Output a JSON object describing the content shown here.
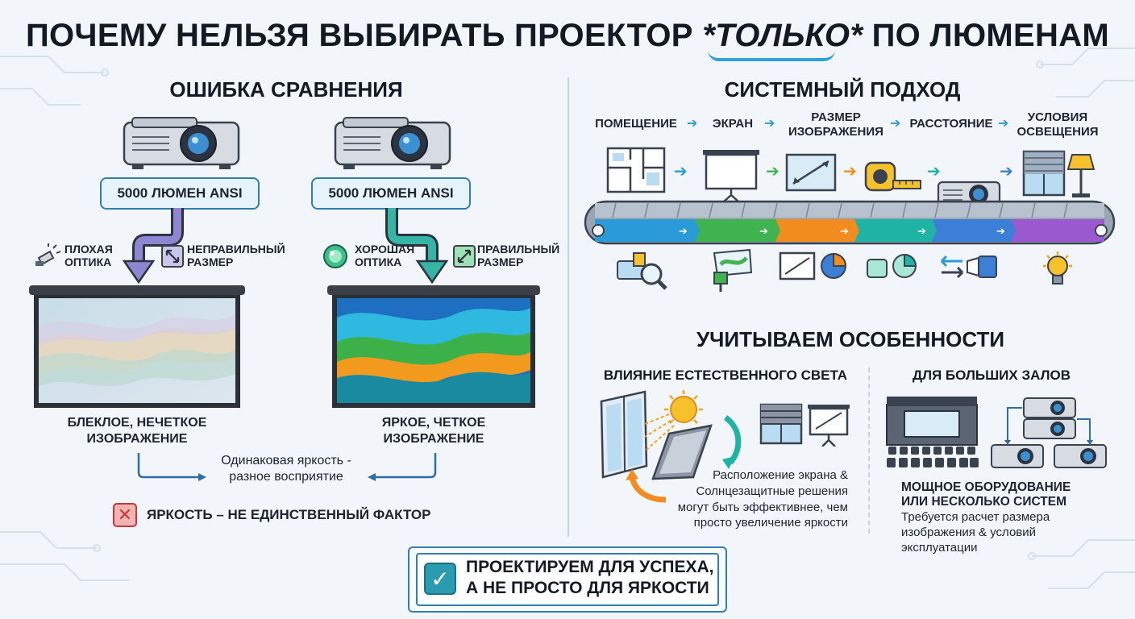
{
  "title": {
    "part1": "ПОЧЕМУ НЕЛЬЗЯ ВЫБИРАТЬ ПРОЕКТОР ",
    "emph": "*ТОЛЬКО*",
    "part2": " ПО ЛЮМЕНАМ"
  },
  "left": {
    "heading": "ОШИБКА СРАВНЕНИЯ",
    "left_pill": "5000 ЛЮМЕН ANSI",
    "right_pill": "5000 ЛЮМЕН ANSI",
    "bad_optics": "ПЛОХАЯ ОПТИКА",
    "wrong_size": "НЕПРАВИЛЬНЫЙ РАЗМЕР",
    "good_optics": "ХОРОШАЯ ОПТИКА",
    "right_size": "ПРАВИЛЬНЫЙ РАЗМЕР",
    "dull_caption_1": "БЛЕКЛОЕ, НЕЧЕТКОЕ",
    "dull_caption_2": "ИЗОБРАЖЕНИЕ",
    "bright_caption_1": "ЯРКОЕ, ЧЕТКОЕ",
    "bright_caption_2": "ИЗОБРАЖЕНИЕ",
    "same_brightness_1": "Одинаковая яркость -",
    "same_brightness_2": "разное восприятие",
    "not_only_factor": "ЯРКОСТЬ – НЕ ЕДИНСТВЕННЫЙ ФАКТОР"
  },
  "right": {
    "heading": "СИСТЕМНЫЙ ПОДХОД",
    "steps": {
      "room": "ПОМЕЩЕНИЕ",
      "screen": "ЭКРАН",
      "size_1": "РАЗМЕР",
      "size_2": "ИЗОБРАЖЕНИЯ",
      "distance": "РАССТОЯНИЕ",
      "light_1": "УСЛОВИЯ",
      "light_2": "ОСВЕЩЕНИЯ"
    },
    "belt_colors": [
      "#2a9bd8",
      "#3fb34f",
      "#f28c1e",
      "#1fb3a6",
      "#3b7fd6",
      "#9b59d0"
    ],
    "features_heading": "УЧИТЫВАЕМ ОСОБЕННОСТИ",
    "natural_light_heading": "ВЛИЯНИЕ ЕСТЕСТВЕННОГО СВЕТА",
    "natural_light_text": [
      "Расположение экрана &",
      "Солнцезащитные решения",
      "могут быть эффективнее, чем",
      "просто увеличение яркости"
    ],
    "large_halls_heading": "ДЛЯ БОЛЬШИХ ЗАЛОВ",
    "large_halls_bold_1": "МОЩНОЕ ОБОРУДОВАНИЕ",
    "large_halls_bold_2": "ИЛИ НЕСКОЛЬКО СИСТЕМ",
    "large_halls_text": [
      "Требуется расчет размера",
      "изображения & условий",
      "эксплуатации"
    ]
  },
  "bottom": {
    "line1": "ПРОЕКТИРУЕМ ДЛЯ УСПЕХА,",
    "line2": "А НЕ ПРОСТО ДЛЯ ЯРКОСТИ"
  },
  "icons": {
    "projector": "projector-icon",
    "check": "check-icon",
    "cross": "cross-icon"
  }
}
